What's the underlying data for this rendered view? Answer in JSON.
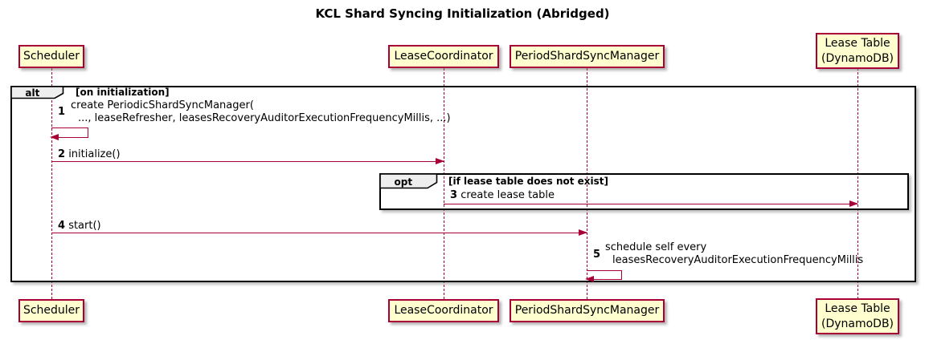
{
  "title": "KCL Shard Syncing Initialization (Abridged)",
  "participants": [
    {
      "lines": [
        "Scheduler"
      ]
    },
    {
      "lines": [
        "LeaseCoordinator"
      ]
    },
    {
      "lines": [
        "PeriodShardSyncManager"
      ]
    },
    {
      "lines": [
        "Lease Table",
        "(DynamoDB)"
      ]
    }
  ],
  "frames": {
    "alt": {
      "keyword": "alt",
      "guard": "[on initialization]"
    },
    "opt": {
      "keyword": "opt",
      "guard": "[if lease table does not exist]"
    }
  },
  "messages": [
    {
      "num": "1",
      "type": "self",
      "from": "Scheduler",
      "to": "Scheduler",
      "lines": [
        "create PeriodicShardSyncManager(",
        "..., leaseRefresher, leasesRecoveryAuditorExecutionFrequencyMillis, ...)"
      ]
    },
    {
      "num": "2",
      "type": "arrow",
      "from": "Scheduler",
      "to": "LeaseCoordinator",
      "text": "initialize()"
    },
    {
      "num": "3",
      "type": "arrow",
      "from": "LeaseCoordinator",
      "to": "Lease Table (DynamoDB)",
      "text": "create lease table"
    },
    {
      "num": "4",
      "type": "arrow",
      "from": "Scheduler",
      "to": "PeriodShardSyncManager",
      "text": "start()"
    },
    {
      "num": "5",
      "type": "self",
      "from": "PeriodShardSyncManager",
      "to": "PeriodShardSyncManager",
      "lines": [
        "schedule self every",
        "leasesRecoveryAuditorExecutionFrequencyMillis"
      ]
    }
  ],
  "colors": {
    "participant_fill": "#FEFECE",
    "participant_border": "#A80036",
    "lifeline": "#A80036",
    "arrow": "#A80036",
    "frame_border": "#000000",
    "frame_label_fill": "#EEEEEE",
    "text": "#000000",
    "background": "#FFFFFF"
  }
}
